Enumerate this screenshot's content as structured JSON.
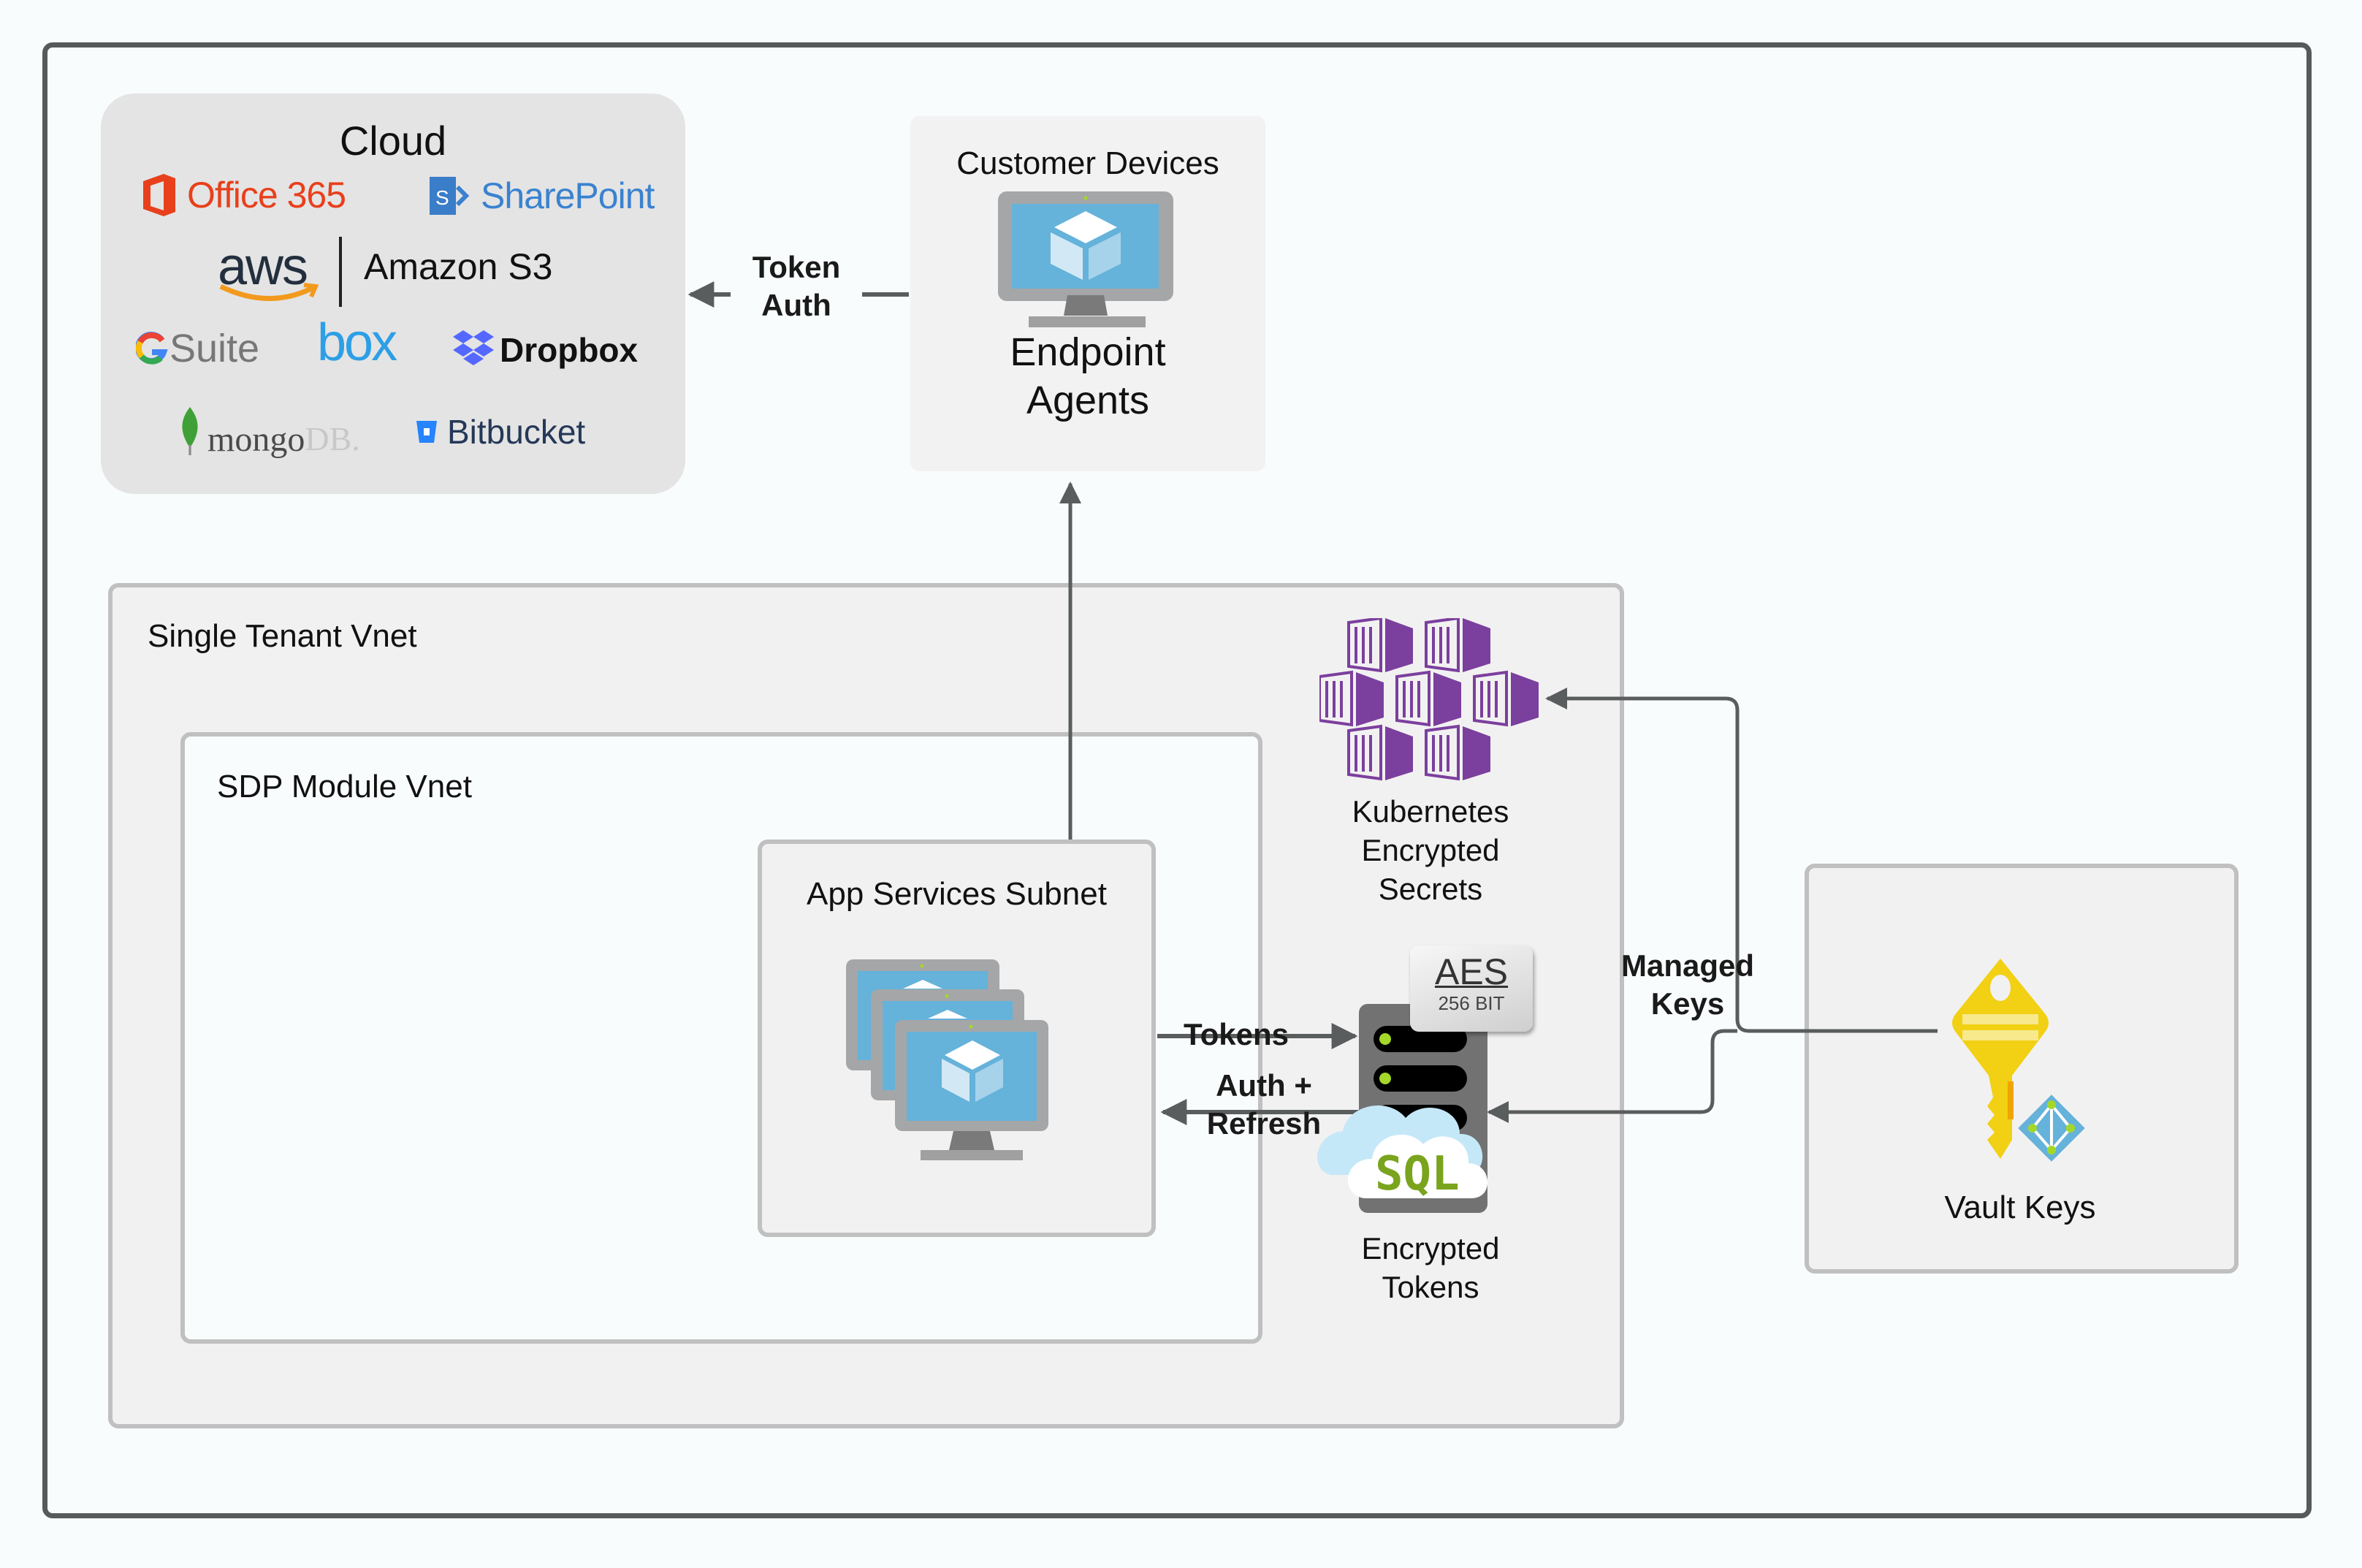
{
  "diagram": {
    "title": "SDP Architecture",
    "cloud": {
      "title": "Cloud",
      "services": [
        {
          "name": "Office 365",
          "icon": "office365-icon",
          "color": "#e8401c"
        },
        {
          "name": "SharePoint",
          "icon": "sharepoint-icon",
          "color": "#3a82d0"
        },
        {
          "name": "aws",
          "icon": "aws-icon",
          "color": "#232f3e"
        },
        {
          "name": "Amazon S3",
          "icon": "",
          "color": "#111111"
        },
        {
          "name": "Suite",
          "icon": "google-icon",
          "color": "#777777"
        },
        {
          "name": "box",
          "icon": "box-icon",
          "color": "#2d9fe6"
        },
        {
          "name": "Dropbox",
          "icon": "dropbox-icon",
          "color": "#111111"
        },
        {
          "name": "mongo",
          "icon": "mongodb-leaf-icon",
          "color": "#4a4a4a"
        },
        {
          "name": "DB.",
          "icon": "",
          "color": "#c8c8c8"
        },
        {
          "name": "Bitbucket",
          "icon": "bitbucket-icon",
          "color": "#253858"
        }
      ]
    },
    "customer_devices": {
      "title": "Customer Devices",
      "label_line1": "Endpoint",
      "label_line2": "Agents",
      "icon": "virtual-machine-icon"
    },
    "single_tenant": {
      "label": "Single Tenant Vnet"
    },
    "sdp_module": {
      "label": "SDP Module Vnet"
    },
    "app_services": {
      "label": "App Services Subnet",
      "icon": "vm-scale-set-icon"
    },
    "kubernetes": {
      "line1": "Kubernetes",
      "line2": "Encrypted",
      "line3": "Secrets",
      "icon": "kubernetes-icon",
      "color": "#7b3f9e"
    },
    "sql": {
      "badge_main": "AES",
      "badge_sub": "256 BIT",
      "cloud_text": "SQL",
      "line1": "Encrypted",
      "line2": "Tokens",
      "icon": "sql-server-icon"
    },
    "vault": {
      "label": "Vault Keys",
      "icon": "key-vault-icon"
    },
    "edges": {
      "token_auth_line1": "Token",
      "token_auth_line2": "Auth",
      "tokens": "Tokens",
      "auth_refresh_line1": "Auth +",
      "auth_refresh_line2": "Refresh",
      "managed_keys_line1": "Managed",
      "managed_keys_line2": "Keys"
    },
    "colors": {
      "frame": "#575a5a",
      "box_border": "#c0c0c0",
      "arrow": "#5a5d5d",
      "vm_screen": "#65b2da",
      "key_yellow": "#f2d014"
    }
  }
}
